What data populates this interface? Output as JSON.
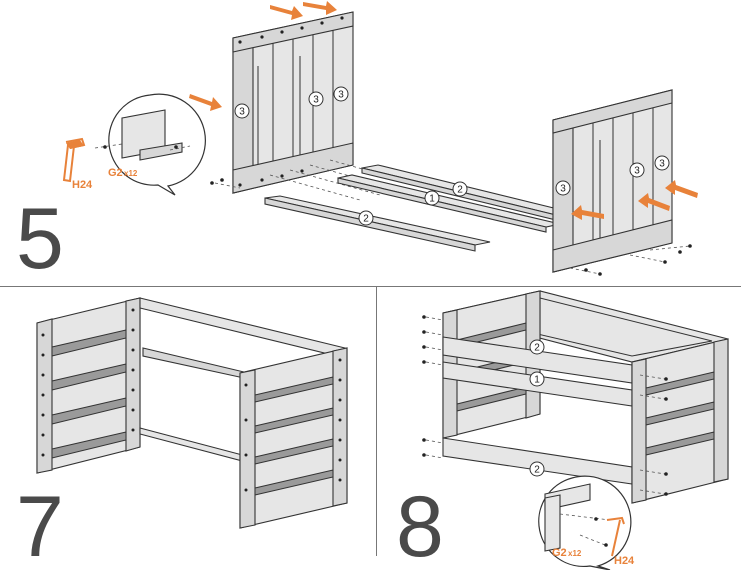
{
  "steps": {
    "step5": "5",
    "step7": "7",
    "step8": "8"
  },
  "part_labels": {
    "side_slat": "3",
    "rail_long": "2",
    "rail_center": "1"
  },
  "hardware": {
    "tool": "H24",
    "screw_code": "G2",
    "screw_qty": "x12"
  },
  "colors": {
    "accent": "#e8823a",
    "line": "#333333",
    "panel": "#e6e6e6"
  }
}
